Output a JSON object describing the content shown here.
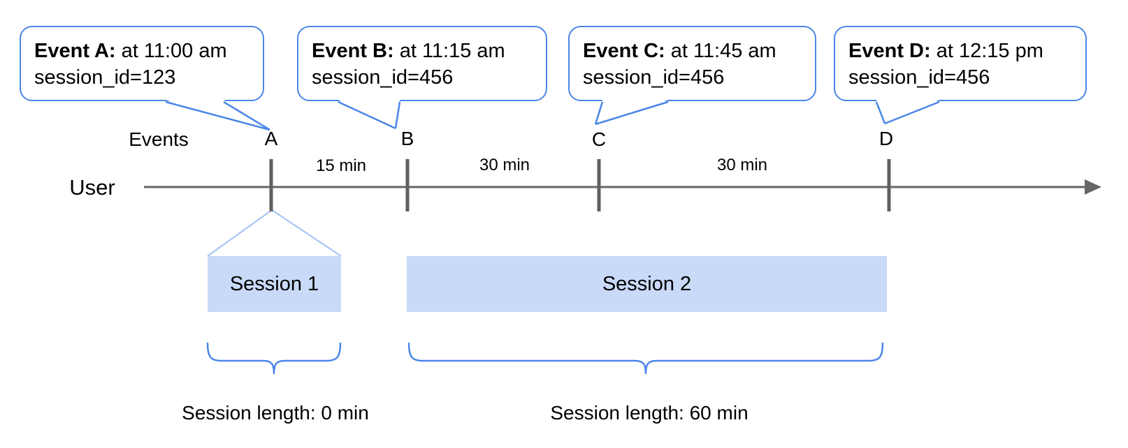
{
  "diagram": {
    "axis": {
      "user_label": "User",
      "events_label": "Events"
    },
    "events": [
      {
        "letter": "A",
        "bubble_bold": "Event A:",
        "bubble_time": "at 11:00 am",
        "bubble_session": "session_id=123"
      },
      {
        "letter": "B",
        "bubble_bold": "Event B:",
        "bubble_time": "at 11:15 am",
        "bubble_session": "session_id=456"
      },
      {
        "letter": "C",
        "bubble_bold": "Event C:",
        "bubble_time": "at 11:45 am",
        "bubble_session": "session_id=456"
      },
      {
        "letter": "D",
        "bubble_bold": "Event D:",
        "bubble_time": "at 12:15 pm",
        "bubble_session": "session_id=456"
      }
    ],
    "intervals": [
      {
        "label": "15 min"
      },
      {
        "label": "30 min"
      },
      {
        "label": "30 min"
      }
    ],
    "sessions": [
      {
        "label": "Session 1",
        "length_label": "Session length: 0 min"
      },
      {
        "label": "Session 2",
        "length_label": "Session length: 60 min"
      }
    ],
    "colors": {
      "accent_blue": "#4a86e8",
      "session_fill": "#c9daf8",
      "funnel_blue": "#a4c2f4",
      "timeline_gray": "#666666",
      "tick_gray": "#5f5f5f",
      "text": "#000000"
    }
  }
}
